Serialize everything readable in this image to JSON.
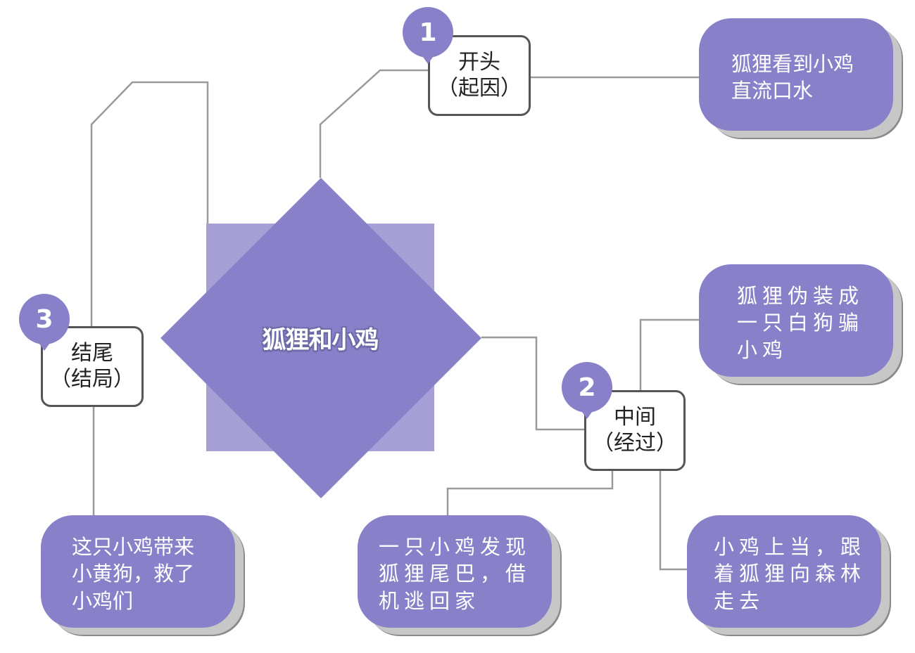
{
  "center": {
    "title": "狐狸和小鸡"
  },
  "sections": {
    "start": {
      "number": "1",
      "name": "开头",
      "sub": "（起因）"
    },
    "middle": {
      "number": "2",
      "name": "中间",
      "sub": "（经过）"
    },
    "end": {
      "number": "3",
      "name": "结尾",
      "sub": "（结局）"
    }
  },
  "events": {
    "start_1": [
      "狐狸看到小鸡",
      "直流口水"
    ],
    "middle_1": [
      "狐狸伪装成",
      "一只白狗骗",
      "小鸡"
    ],
    "middle_2": [
      "一只小鸡发现",
      "狐狸尾巴，借",
      "机逃回家"
    ],
    "middle_3": [
      "小鸡上当，跟",
      "着狐狸向森林",
      "走去"
    ],
    "end_1": [
      "这只小鸡带来",
      "小黄狗，救了",
      "小鸡们"
    ]
  },
  "colors": {
    "accent": "#8880c8",
    "accent_light": "#a6a0d6",
    "line": "#999999"
  }
}
